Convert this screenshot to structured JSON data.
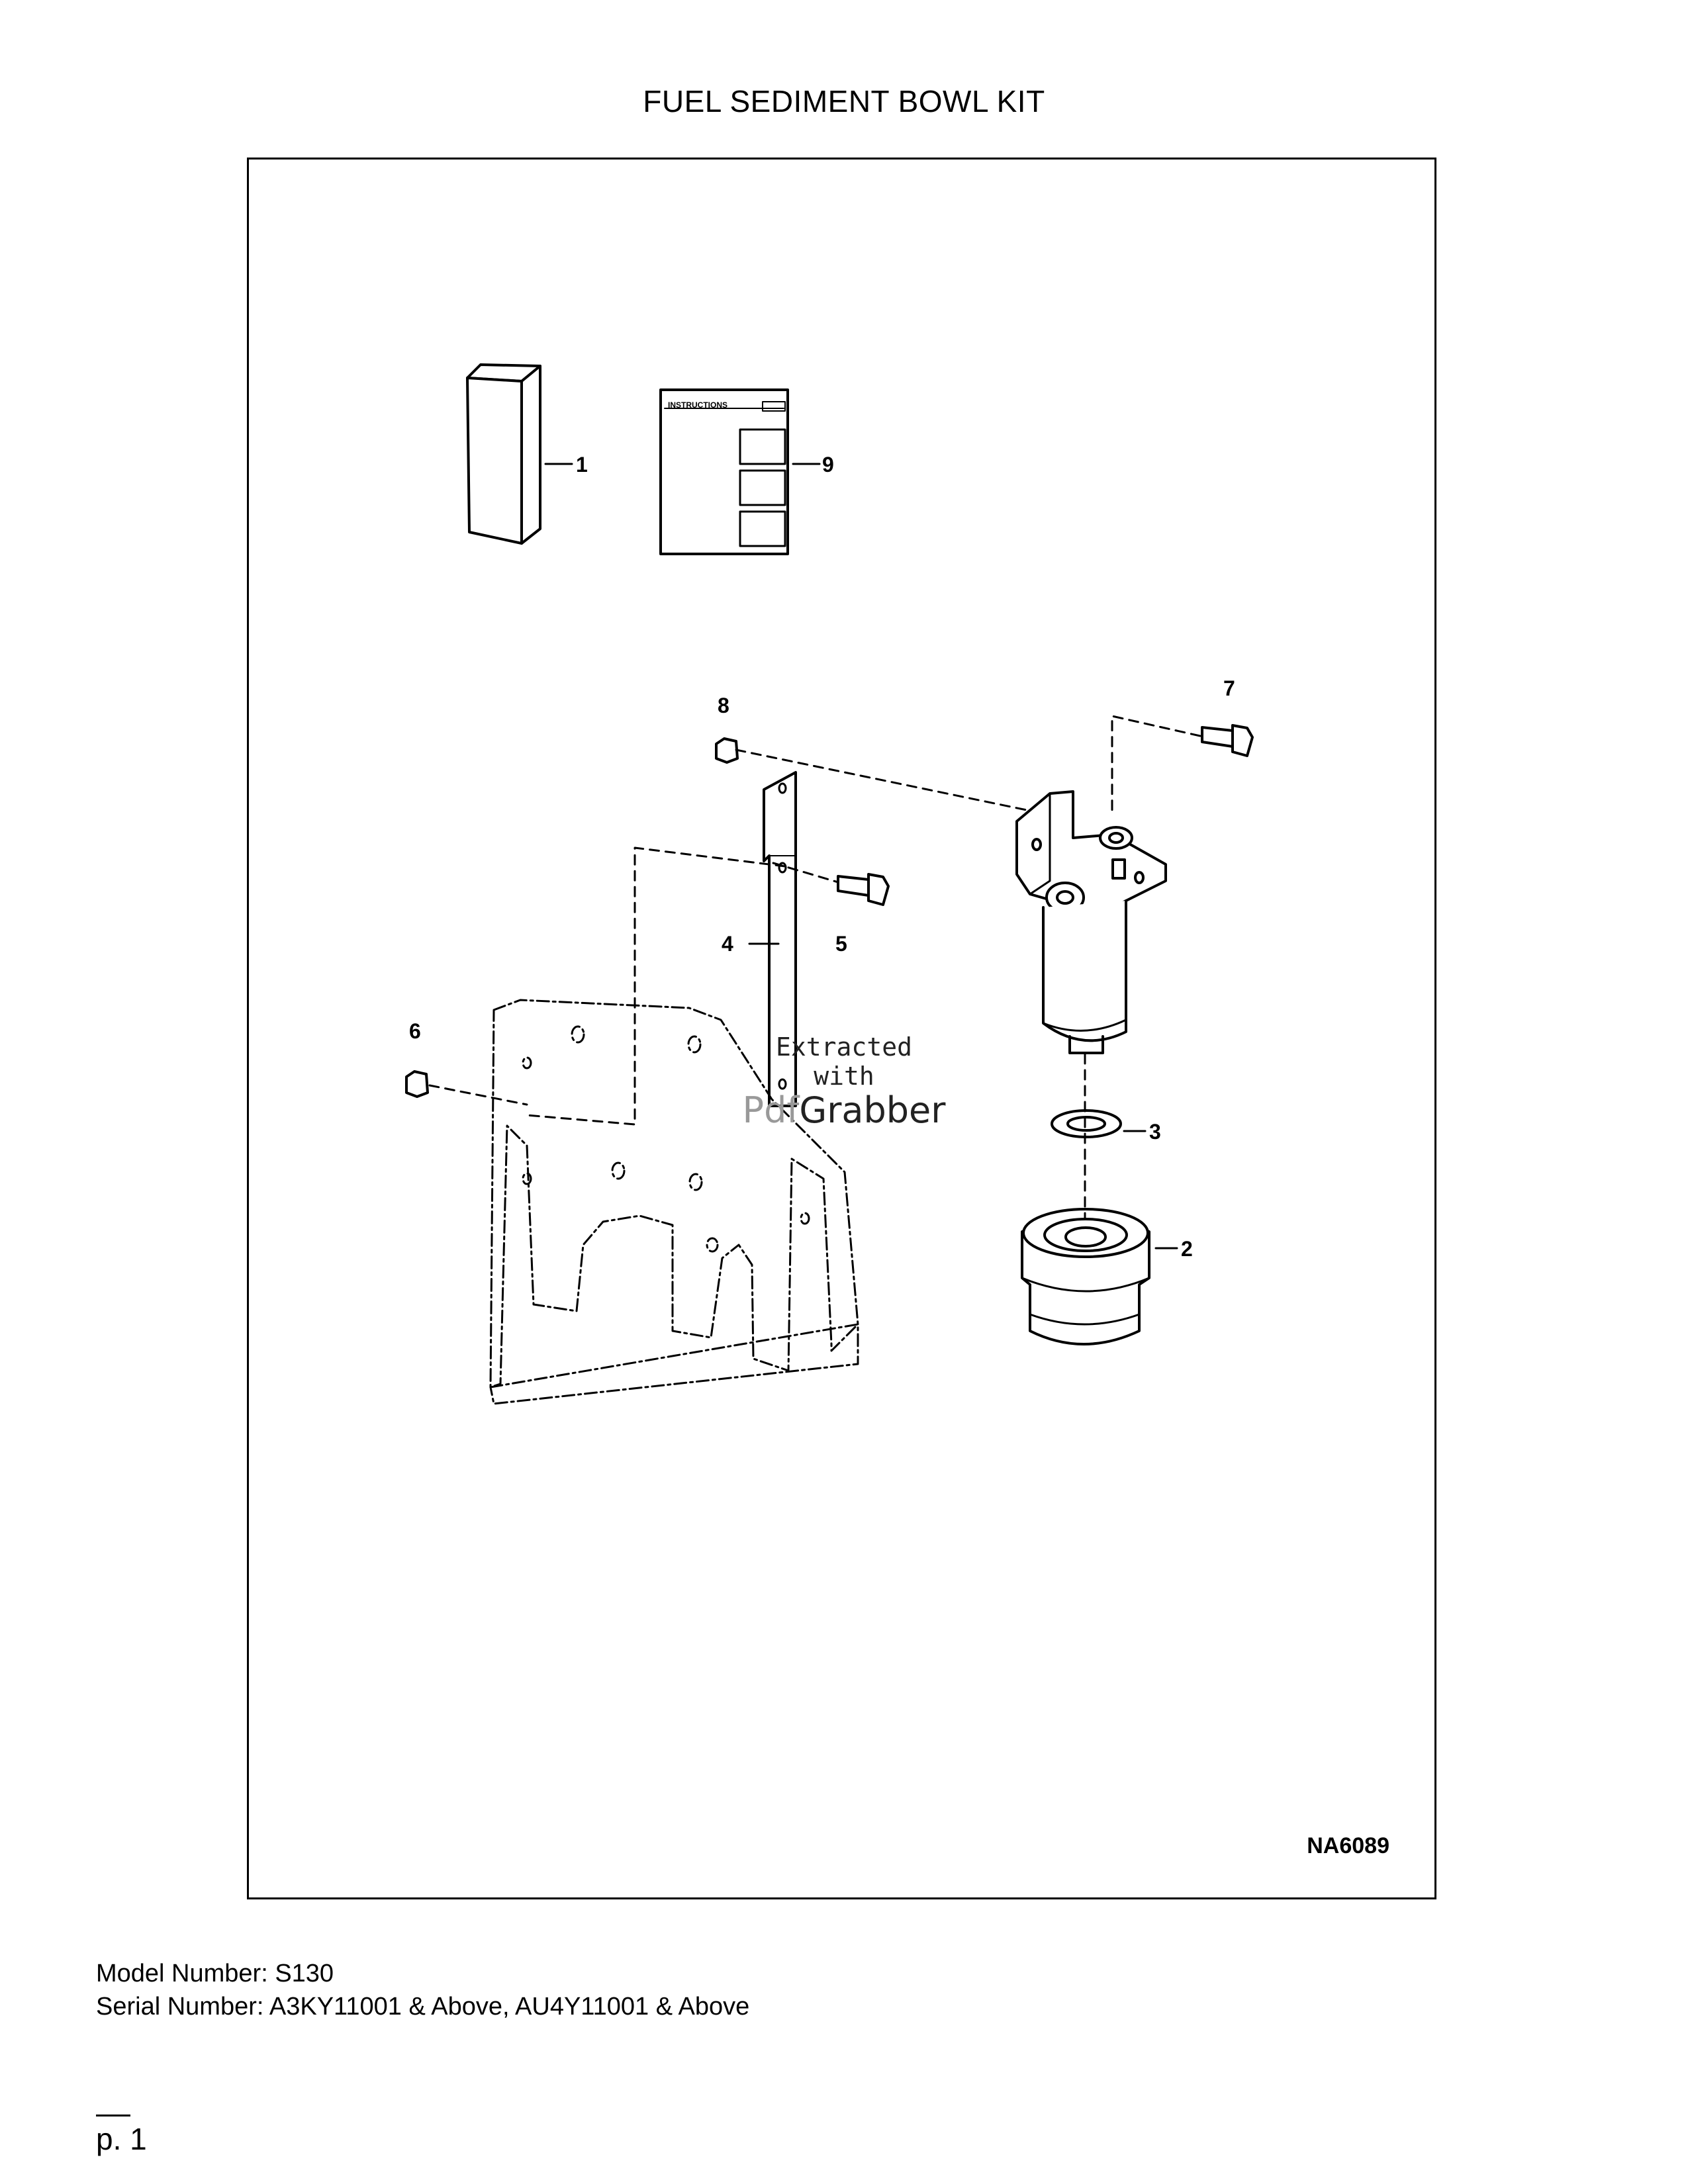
{
  "document": {
    "title": "FUEL SEDIMENT BOWL KIT",
    "figure_id": "NA6089",
    "model_line": "Model Number: S130",
    "serial_line": "Serial Number: A3KY11001 & Above, AU4Y11001 & Above",
    "page_label": "p. 1"
  },
  "watermark": {
    "line1": "Extracted",
    "line2": "with",
    "brand_part1": "Pdf",
    "brand_part2": "Grabber"
  },
  "callouts": {
    "c1": "1",
    "c2": "2",
    "c3": "3",
    "c4": "4",
    "c5": "5",
    "c6": "6",
    "c7": "7",
    "c8": "8",
    "c9": "9"
  },
  "instruction_sheet": {
    "heading": "INSTRUCTIONS"
  }
}
